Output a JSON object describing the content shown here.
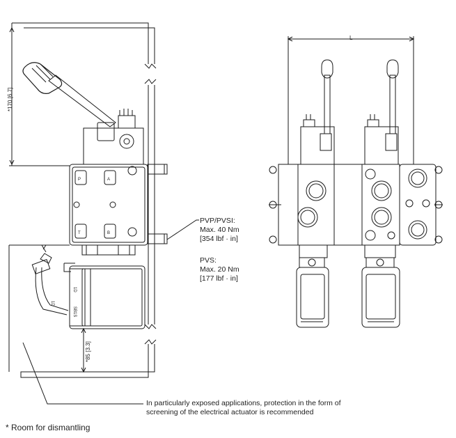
{
  "annotations": {
    "pvp_title": "PVP/PVSI:",
    "pvp_torque": "Max. 40 Nm",
    "pvp_imperial": "[354 lbf · in]",
    "pvs_title": "PVS:",
    "pvs_torque": "Max. 20 Nm",
    "pvs_imperial": "[177 lbf · in]",
    "exposed_note_line1": "In particularly exposed applications, protection in the form of",
    "exposed_note_line2": "screening of the electrical actuator is recommended",
    "footnote": "* Room for dismantling"
  },
  "dimensions": {
    "lever_clearance": "*170 [6.7]",
    "actuator_clearance": "*85 [3.3]",
    "overall_length": "L"
  },
  "port_labels": {
    "p": "P",
    "a": "A",
    "t": "T",
    "b": "B",
    "module_code_1": "1D",
    "module_code_2": "1D",
    "module_code_3": "SB1S"
  },
  "colors": {
    "line": "#1a1a1a",
    "fill": "#ffffff"
  }
}
